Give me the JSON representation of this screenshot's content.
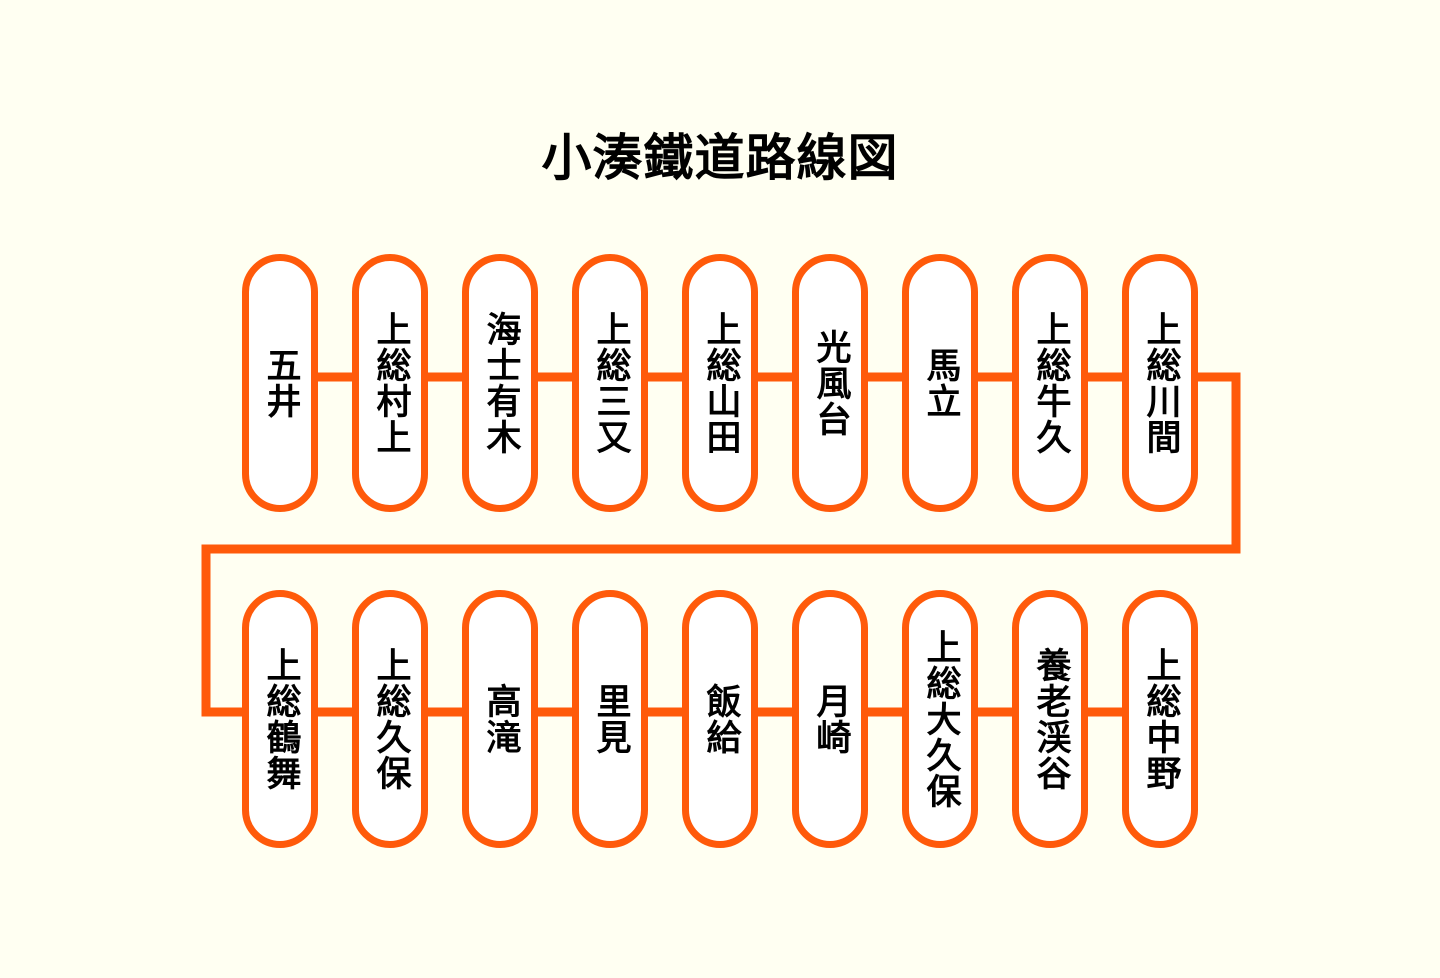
{
  "title": "小湊鐵道路線図",
  "colors": {
    "line": "#ff5a0a",
    "background": "#fffff2",
    "station_fill": "#ffffff"
  },
  "stations_row1": [
    "五井",
    "上総村上",
    "海士有木",
    "上総三又",
    "上総山田",
    "光風台",
    "馬立",
    "上総牛久",
    "上総川間"
  ],
  "stations_row2": [
    "上総鶴舞",
    "上総久保",
    "高滝",
    "里見",
    "飯給",
    "月崎",
    "上総大久保",
    "養老渓谷",
    "上総中野"
  ]
}
